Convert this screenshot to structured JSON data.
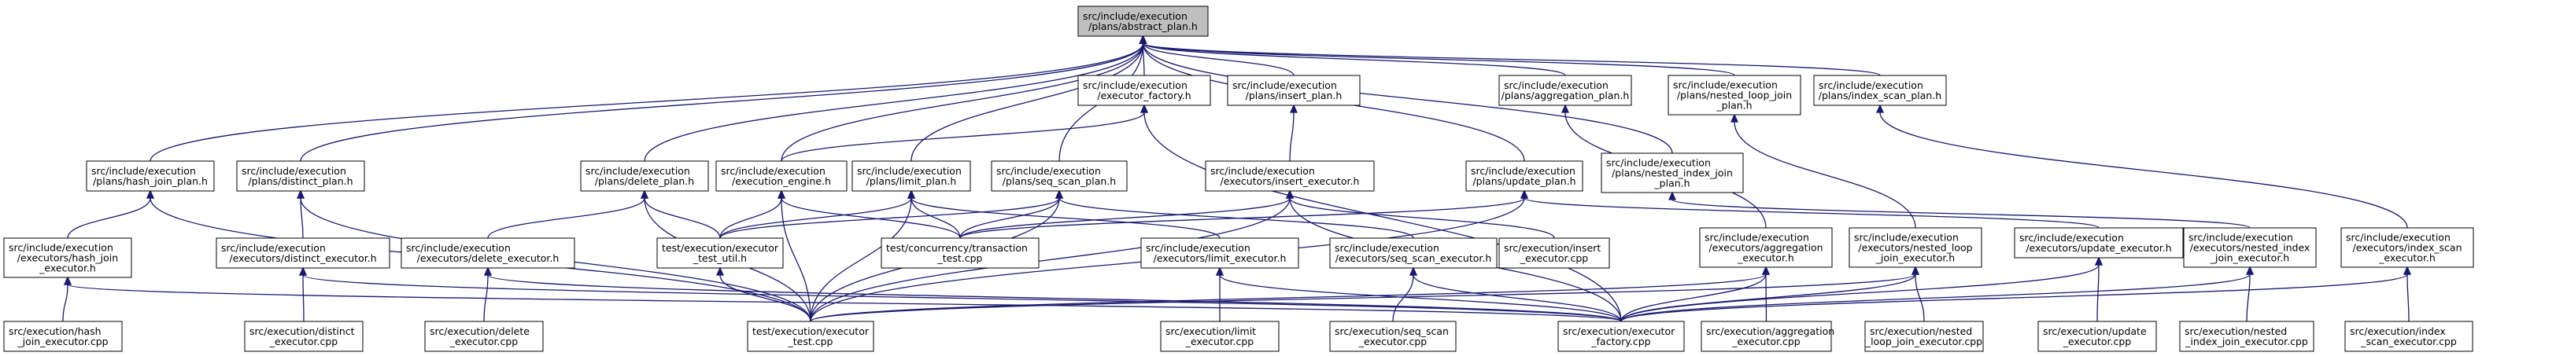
{
  "colors": {
    "edge": "#191970",
    "node_border": "#000000",
    "node_fill": "#ffffff",
    "root_fill": "#bfbfbf"
  },
  "nodes": {
    "abstract_plan": [
      "src/include/execution",
      "/plans/abstract_plan.h"
    ],
    "hash_join_plan": [
      "src/include/execution",
      "/plans/hash_join_plan.h"
    ],
    "distinct_plan": [
      "src/include/execution",
      "/plans/distinct_plan.h"
    ],
    "delete_plan": [
      "src/include/execution",
      "/plans/delete_plan.h"
    ],
    "executor_factory_h": [
      "src/include/execution",
      "/executor_factory.h"
    ],
    "insert_plan": [
      "src/include/execution",
      "/plans/insert_plan.h"
    ],
    "aggregation_plan": [
      "src/include/execution",
      "/plans/aggregation_plan.h"
    ],
    "nested_loop_join_plan": [
      "src/include/execution",
      "/plans/nested_loop_join",
      "_plan.h"
    ],
    "index_scan_plan": [
      "src/include/execution",
      "/plans/index_scan_plan.h"
    ],
    "execution_engine": [
      "src/include/execution",
      "/execution_engine.h"
    ],
    "limit_plan": [
      "src/include/execution",
      "/plans/limit_plan.h"
    ],
    "seq_scan_plan": [
      "src/include/execution",
      "/plans/seq_scan_plan.h"
    ],
    "insert_executor": [
      "src/include/execution",
      "/executors/insert_executor.h"
    ],
    "update_plan": [
      "src/include/execution",
      "/plans/update_plan.h"
    ],
    "nested_index_join_plan": [
      "src/include/execution",
      "/plans/nested_index_join",
      "_plan.h"
    ],
    "hash_join_executor": [
      "src/include/execution",
      "/executors/hash_join",
      "_executor.h"
    ],
    "distinct_executor": [
      "src/include/execution",
      "/executors/distinct_executor.h"
    ],
    "delete_executor": [
      "src/include/execution",
      "/executors/delete_executor.h"
    ],
    "executor_test_util": [
      "test/execution/executor",
      "_test_util.h"
    ],
    "transaction_test": [
      "test/concurrency/transaction",
      "_test.cpp"
    ],
    "limit_executor": [
      "src/include/execution",
      "/executors/limit_executor.h"
    ],
    "seq_scan_executor": [
      "src/include/execution",
      "/executors/seq_scan_executor.h"
    ],
    "insert_executor_cpp": [
      "src/execution/insert",
      "_executor.cpp"
    ],
    "aggregation_executor": [
      "src/include/execution",
      "/executors/aggregation",
      "_executor.h"
    ],
    "nested_loop_join_executor": [
      "src/include/execution",
      "/executors/nested_loop",
      "_join_executor.h"
    ],
    "update_executor": [
      "src/include/execution",
      "/executors/update_executor.h"
    ],
    "nested_index_join_executor": [
      "src/include/execution",
      "/executors/nested_index",
      "_join_executor.h"
    ],
    "index_scan_executor": [
      "src/include/execution",
      "/executors/index_scan",
      "_executor.h"
    ],
    "hash_join_executor_cpp": [
      "src/execution/hash",
      "_join_executor.cpp"
    ],
    "distinct_executor_cpp": [
      "src/execution/distinct",
      "_executor.cpp"
    ],
    "delete_executor_cpp": [
      "src/execution/delete",
      "_executor.cpp"
    ],
    "executor_test": [
      "test/execution/executor",
      "_test.cpp"
    ],
    "limit_executor_cpp": [
      "src/execution/limit",
      "_executor.cpp"
    ],
    "seq_scan_executor_cpp": [
      "src/execution/seq_scan",
      "_executor.cpp"
    ],
    "executor_factory_cpp": [
      "src/execution/executor",
      "_factory.cpp"
    ],
    "aggregation_executor_cpp": [
      "src/execution/aggregation",
      "_executor.cpp"
    ],
    "nested_loop_join_executor_cpp": [
      "src/execution/nested",
      "_loop_join_executor.cpp"
    ],
    "update_executor_cpp": [
      "src/execution/update",
      "_executor.cpp"
    ],
    "nested_index_join_executor_cpp": [
      "src/execution/nested",
      "_index_join_executor.cpp"
    ],
    "index_scan_executor_cpp": [
      "src/execution/index",
      "_scan_executor.cpp"
    ]
  },
  "edges": [
    [
      "hash_join_plan",
      "abstract_plan"
    ],
    [
      "distinct_plan",
      "abstract_plan"
    ],
    [
      "delete_plan",
      "abstract_plan"
    ],
    [
      "executor_factory_h",
      "abstract_plan"
    ],
    [
      "insert_plan",
      "abstract_plan"
    ],
    [
      "aggregation_plan",
      "abstract_plan"
    ],
    [
      "nested_loop_join_plan",
      "abstract_plan"
    ],
    [
      "index_scan_plan",
      "abstract_plan"
    ],
    [
      "execution_engine",
      "abstract_plan"
    ],
    [
      "limit_plan",
      "abstract_plan"
    ],
    [
      "seq_scan_plan",
      "abstract_plan"
    ],
    [
      "update_plan",
      "abstract_plan"
    ],
    [
      "nested_index_join_plan",
      "abstract_plan"
    ],
    [
      "execution_engine",
      "executor_factory_h"
    ],
    [
      "executor_factory_cpp",
      "executor_factory_h"
    ],
    [
      "insert_executor",
      "insert_plan"
    ],
    [
      "aggregation_executor",
      "aggregation_plan"
    ],
    [
      "nested_loop_join_executor",
      "nested_loop_join_plan"
    ],
    [
      "index_scan_executor",
      "index_scan_plan"
    ],
    [
      "hash_join_executor",
      "hash_join_plan"
    ],
    [
      "executor_test",
      "hash_join_plan"
    ],
    [
      "distinct_executor",
      "distinct_plan"
    ],
    [
      "executor_test",
      "distinct_plan"
    ],
    [
      "delete_executor",
      "delete_plan"
    ],
    [
      "executor_test_util",
      "delete_plan"
    ],
    [
      "executor_test",
      "delete_plan"
    ],
    [
      "executor_test_util",
      "execution_engine"
    ],
    [
      "transaction_test",
      "execution_engine"
    ],
    [
      "executor_test",
      "execution_engine"
    ],
    [
      "limit_executor",
      "limit_plan"
    ],
    [
      "executor_test_util",
      "limit_plan"
    ],
    [
      "transaction_test",
      "limit_plan"
    ],
    [
      "executor_test",
      "limit_plan"
    ],
    [
      "seq_scan_executor",
      "seq_scan_plan"
    ],
    [
      "executor_test_util",
      "seq_scan_plan"
    ],
    [
      "transaction_test",
      "seq_scan_plan"
    ],
    [
      "executor_test",
      "seq_scan_plan"
    ],
    [
      "insert_executor_cpp",
      "insert_executor"
    ],
    [
      "executor_factory_cpp",
      "insert_executor"
    ],
    [
      "executor_test",
      "insert_executor"
    ],
    [
      "transaction_test",
      "insert_executor"
    ],
    [
      "update_executor",
      "update_plan"
    ],
    [
      "transaction_test",
      "update_plan"
    ],
    [
      "executor_test",
      "update_plan"
    ],
    [
      "nested_index_join_executor",
      "nested_index_join_plan"
    ],
    [
      "hash_join_executor_cpp",
      "hash_join_executor"
    ],
    [
      "executor_factory_cpp",
      "hash_join_executor"
    ],
    [
      "distinct_executor_cpp",
      "distinct_executor"
    ],
    [
      "executor_factory_cpp",
      "distinct_executor"
    ],
    [
      "delete_executor_cpp",
      "delete_executor"
    ],
    [
      "executor_factory_cpp",
      "delete_executor"
    ],
    [
      "executor_test",
      "executor_test_util"
    ],
    [
      "limit_executor_cpp",
      "limit_executor"
    ],
    [
      "executor_factory_cpp",
      "limit_executor"
    ],
    [
      "seq_scan_executor_cpp",
      "seq_scan_executor"
    ],
    [
      "executor_factory_cpp",
      "seq_scan_executor"
    ],
    [
      "aggregation_executor_cpp",
      "aggregation_executor"
    ],
    [
      "executor_factory_cpp",
      "aggregation_executor"
    ],
    [
      "executor_test",
      "aggregation_executor"
    ],
    [
      "nested_loop_join_executor_cpp",
      "nested_loop_join_executor"
    ],
    [
      "executor_factory_cpp",
      "nested_loop_join_executor"
    ],
    [
      "executor_test",
      "nested_loop_join_executor"
    ],
    [
      "update_executor_cpp",
      "update_executor"
    ],
    [
      "executor_factory_cpp",
      "update_executor"
    ],
    [
      "nested_index_join_executor_cpp",
      "nested_index_join_executor"
    ],
    [
      "executor_factory_cpp",
      "nested_index_join_executor"
    ],
    [
      "index_scan_executor_cpp",
      "index_scan_executor"
    ],
    [
      "executor_factory_cpp",
      "index_scan_executor"
    ]
  ]
}
